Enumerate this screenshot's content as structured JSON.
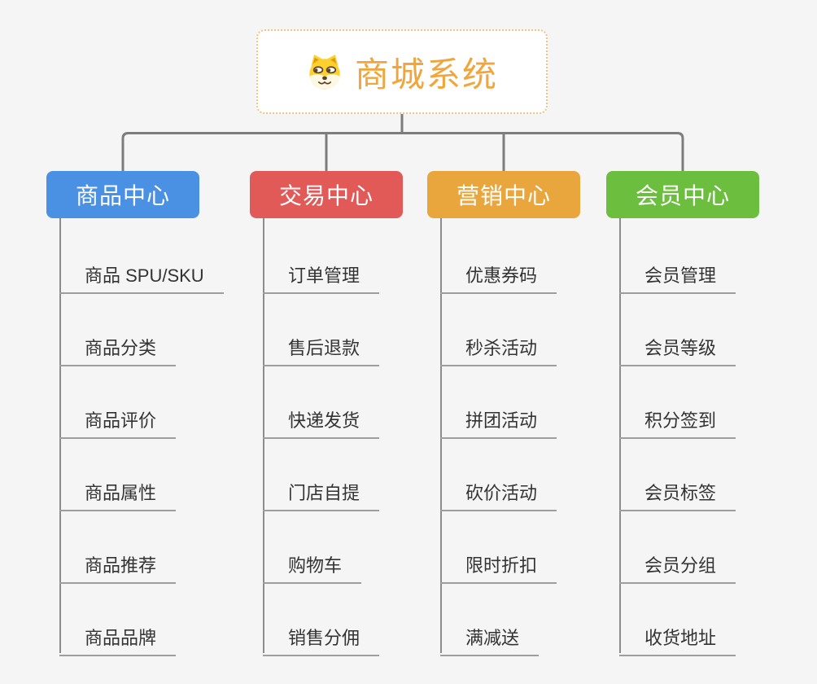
{
  "root": {
    "title": "商城系统",
    "icon": "doge-icon"
  },
  "branches": [
    {
      "label": "商品中心",
      "color": "#4a91e4",
      "children": [
        "商品 SPU/SKU",
        "商品分类",
        "商品评价",
        "商品属性",
        "商品推荐",
        "商品品牌"
      ]
    },
    {
      "label": "交易中心",
      "color": "#e25a58",
      "children": [
        "订单管理",
        "售后退款",
        "快递发货",
        "门店自提",
        "购物车",
        "销售分佣"
      ]
    },
    {
      "label": "营销中心",
      "color": "#e9a63c",
      "children": [
        "优惠券码",
        "秒杀活动",
        "拼团活动",
        "砍价活动",
        "限时折扣",
        "满减送"
      ]
    },
    {
      "label": "会员中心",
      "color": "#6cbe3f",
      "children": [
        "会员管理",
        "会员等级",
        "积分签到",
        "会员标签",
        "会员分组",
        "收货地址"
      ]
    }
  ],
  "colors": {
    "background": "#f5f5f5",
    "root_text": "#f0a63c",
    "root_border": "#f2c27e",
    "connector_line": "#7d7d7d",
    "trunk_line": "#8c8c8c",
    "leaf_underline": "#9e9e9e",
    "leaf_text": "#333333"
  }
}
